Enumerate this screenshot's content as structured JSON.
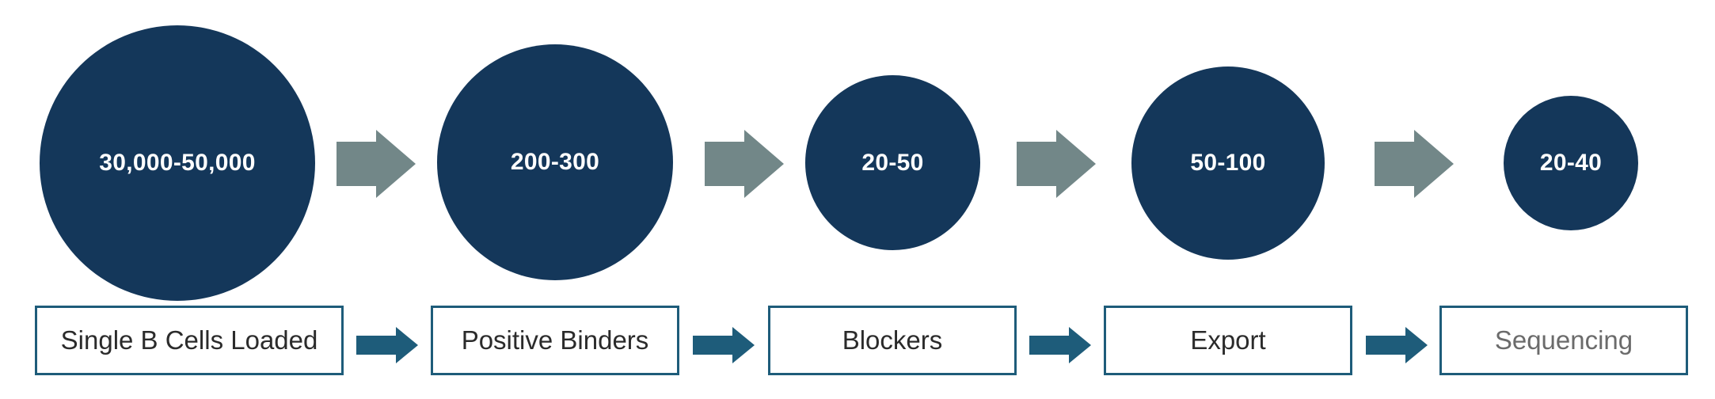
{
  "diagram": {
    "counts": [
      {
        "value": "30,000-50,000"
      },
      {
        "value": "200-300"
      },
      {
        "value": "20-50"
      },
      {
        "value": "50-100"
      },
      {
        "value": "20-40"
      }
    ],
    "stages": [
      {
        "label": "Single B Cells Loaded"
      },
      {
        "label": "Positive Binders"
      },
      {
        "label": "Blockers"
      },
      {
        "label": "Export"
      },
      {
        "label": "Sequencing"
      }
    ],
    "colors": {
      "circle_fill": "#14375a",
      "circle_text": "#ffffff",
      "grey_arrow": "#728788",
      "teal_arrow": "#1e5c7a",
      "box_border": "#1e5c7a",
      "box_text": "#2b2b2b"
    }
  }
}
